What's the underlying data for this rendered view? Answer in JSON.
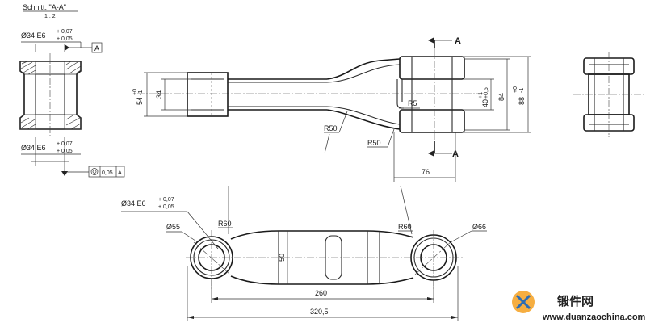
{
  "section_title": "Schnitt: \"A-A\"",
  "section_scale": "1 : 2",
  "bore_top": {
    "main": "Ø34 E6",
    "upper": "+ 0,07",
    "lower": "+ 0,05"
  },
  "bore_bottom": {
    "main": "Ø34 E6",
    "upper": "+ 0,07",
    "lower": "+ 0,05"
  },
  "datum_a": "A",
  "tolerance_frame": {
    "value": "0,05",
    "datum": "A"
  },
  "section_markers": [
    "A",
    "A"
  ],
  "top_view_dims": {
    "d54": "54",
    "d54_tol_up": "+0",
    "d54_tol_lo": "-1",
    "d34": "34",
    "d40": "40",
    "d40_tol_up": "+1",
    "d40_tol_lo": "+0,5",
    "d84": "84",
    "d88": "88",
    "d88_tol_up": "+0",
    "d88_tol_lo": "-1",
    "r5": "R5",
    "r50a": "R50",
    "r50b": "R50",
    "d76": "76"
  },
  "front_view_dims": {
    "bore": {
      "main": "Ø34 E6",
      "upper": "+ 0,07",
      "lower": "+ 0,05"
    },
    "d55": "Ø55",
    "r60a": "R60",
    "r60b": "R60",
    "d66": "Ø66",
    "d50": "50",
    "d260": "260",
    "d320": "320,5"
  },
  "watermark": {
    "brand": "锻件网",
    "url": "www.duanzaochina.com"
  }
}
